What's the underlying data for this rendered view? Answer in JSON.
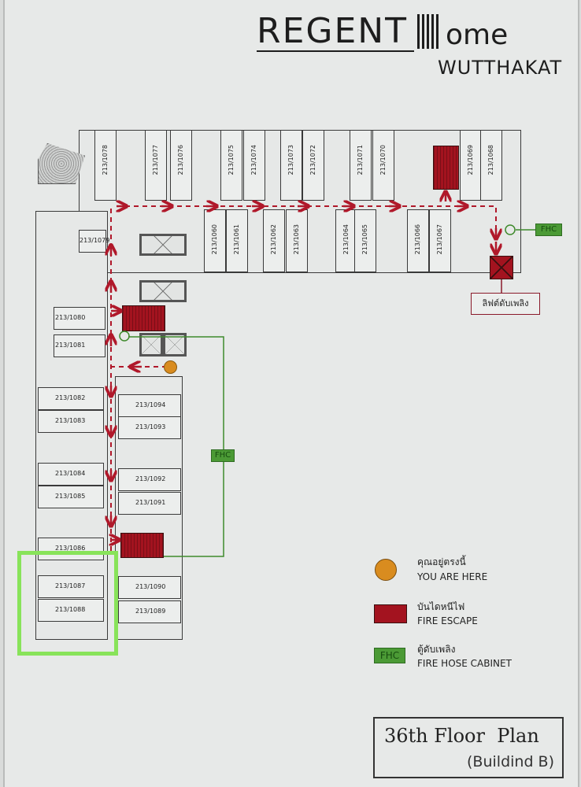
{
  "brand": {
    "name": "REGENT",
    "name_suffix": "ome",
    "location": "WUTTHAKAT"
  },
  "floor_plan": {
    "top_row_units": [
      "213/1078",
      "213/1077",
      "213/1076",
      "213/1075",
      "213/1074",
      "213/1073",
      "213/1072",
      "213/1071",
      "213/1070",
      "213/1069",
      "213/1068"
    ],
    "corridor_row_units": [
      "213/1060",
      "213/1061",
      "213/1062",
      "213/1063",
      "213/1064",
      "213/1065",
      "213/1066",
      "213/1067"
    ],
    "left_wing_units": [
      "213/1079",
      "213/1080",
      "213/1081",
      "213/1082",
      "213/1083",
      "213/1084",
      "213/1085",
      "213/1086",
      "213/1087",
      "213/1088"
    ],
    "right_wing_units": [
      "213/1094",
      "213/1093",
      "213/1092",
      "213/1091",
      "213/1090",
      "213/1089"
    ],
    "fire_lift_label": "ลิฟต์ดับเพลิง",
    "fhc_label": "FHC",
    "highlighted_units": [
      "213/1087",
      "213/1088"
    ]
  },
  "legend": {
    "you_are_here_th": "คุณอยู่ตรงนี้",
    "you_are_here_en": "YOU ARE HERE",
    "fire_escape_th": "บันไดหนีไฟ",
    "fire_escape_en": "FIRE ESCAPE",
    "fhc_th": "ตู้ดับเพลิง",
    "fhc_en": "FIRE HOSE CABINET",
    "fhc_badge": "FHC"
  },
  "title": {
    "main": "36th Floor  Plan",
    "sub": "(Buildind B)"
  },
  "colors": {
    "fire": "#a3131f",
    "fhc": "#4b9a35",
    "you_are_here": "#d98c1f",
    "highlight": "#88e35a",
    "route": "#b0182a"
  }
}
